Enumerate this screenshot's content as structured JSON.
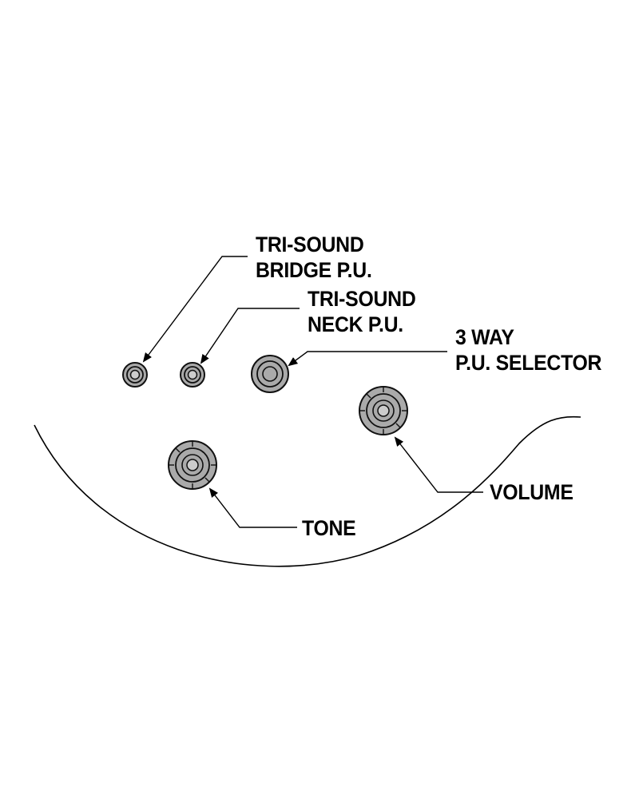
{
  "colors": {
    "knob_fill": "#aaaaaa",
    "knob_stroke": "#111111",
    "line": "#000000",
    "background": "#ffffff"
  },
  "labels": {
    "tri_sound_bridge": {
      "line1": "TRI-SOUND",
      "line2": "BRIDGE P.U."
    },
    "tri_sound_neck": {
      "line1": "TRI-SOUND",
      "line2": "NECK P.U."
    },
    "selector": {
      "line1": "3 WAY",
      "line2": "P.U. SELECTOR"
    },
    "volume": {
      "text": "VOLUME"
    },
    "tone": {
      "text": "TONE"
    }
  }
}
